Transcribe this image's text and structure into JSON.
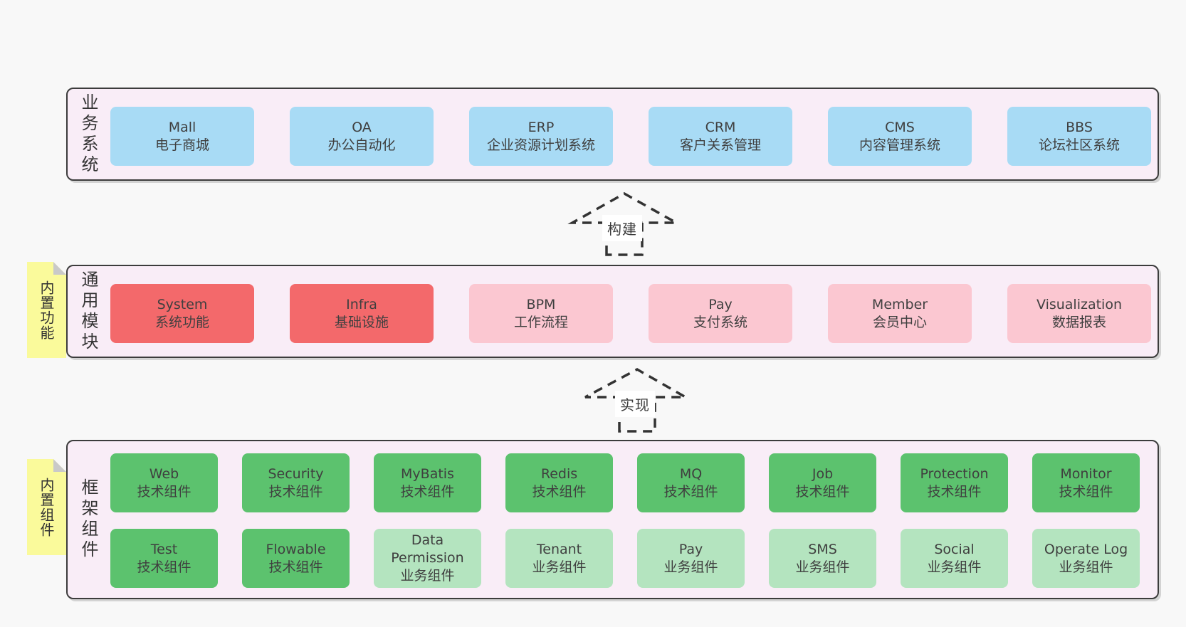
{
  "colors": {
    "page_bg": "#f8f8f8",
    "container_bg": "#f9edf7",
    "container_border": "#3c3c3c",
    "blue": "#a8dbf5",
    "red": "#f3696b",
    "pink": "#fbc7d1",
    "green_dark": "#5cc26e",
    "green_light": "#b4e4bf",
    "sticky_yellow": "#fafa9b",
    "sticky_fold": "#c9c9c9",
    "arrow": "#333333",
    "text": "#3f3f3f"
  },
  "layers": [
    {
      "label": "业务系统",
      "items": [
        {
          "name": "Mall",
          "desc": "电子商城"
        },
        {
          "name": "OA",
          "desc": "办公自动化"
        },
        {
          "name": "ERP",
          "desc": "企业资源计划系统"
        },
        {
          "name": "CRM",
          "desc": "客户关系管理"
        },
        {
          "name": "CMS",
          "desc": "内容管理系统"
        },
        {
          "name": "BBS",
          "desc": "论坛社区系统"
        }
      ]
    },
    {
      "label": "通用模块",
      "sticky": "内置功能",
      "items": [
        {
          "name": "System",
          "desc": "系统功能"
        },
        {
          "name": "Infra",
          "desc": "基础设施"
        },
        {
          "name": "BPM",
          "desc": "工作流程"
        },
        {
          "name": "Pay",
          "desc": "支付系统"
        },
        {
          "name": "Member",
          "desc": "会员中心"
        },
        {
          "name": "Visualization",
          "desc": "数据报表"
        }
      ]
    },
    {
      "label": "框架组件",
      "sticky": "内置组件",
      "rows": [
        [
          {
            "name": "Web",
            "desc": "技术组件"
          },
          {
            "name": "Security",
            "desc": "技术组件"
          },
          {
            "name": "MyBatis",
            "desc": "技术组件"
          },
          {
            "name": "Redis",
            "desc": "技术组件"
          },
          {
            "name": "MQ",
            "desc": "技术组件"
          },
          {
            "name": "Job",
            "desc": "技术组件"
          },
          {
            "name": "Protection",
            "desc": "技术组件"
          },
          {
            "name": "Monitor",
            "desc": "技术组件"
          }
        ],
        [
          {
            "name": "Test",
            "desc": "技术组件"
          },
          {
            "name": "Flowable",
            "desc": "技术组件"
          },
          {
            "name": "Data Permission",
            "desc": "业务组件"
          },
          {
            "name": "Tenant",
            "desc": "业务组件"
          },
          {
            "name": "Pay",
            "desc": "业务组件"
          },
          {
            "name": "SMS",
            "desc": "业务组件"
          },
          {
            "name": "Social",
            "desc": "业务组件"
          },
          {
            "name": "Operate Log",
            "desc": "业务组件"
          }
        ]
      ]
    }
  ],
  "arrows": [
    {
      "label": "构建"
    },
    {
      "label": "实现"
    }
  ]
}
